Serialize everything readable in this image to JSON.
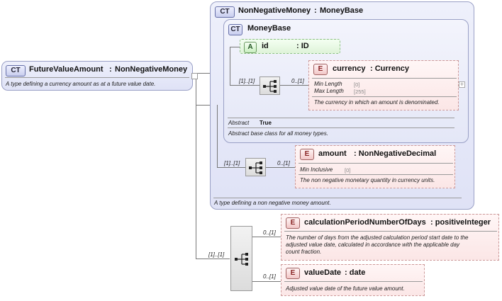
{
  "root": {
    "badge": "CT",
    "name": "FutureValueAmount",
    "type": "NonNegativeMoney",
    "doc": "A type defining a currency amount as at a future value date."
  },
  "nnm": {
    "badge": "CT",
    "name": "NonNegativeMoney",
    "type": "MoneyBase",
    "doc": "A type defining a non negative money amount."
  },
  "moneybase": {
    "badge": "CT",
    "name": "MoneyBase",
    "abstract_label": "Abstract",
    "abstract_value": "True",
    "doc": "Abstract base class for all money types."
  },
  "attr_id": {
    "badge": "A",
    "name": "id",
    "type": "ID"
  },
  "currency": {
    "badge": "E",
    "name": "currency",
    "type": "Currency",
    "props": [
      {
        "key": "Min Length",
        "value": "[0]"
      },
      {
        "key": "Max Length",
        "value": "[255]"
      }
    ],
    "doc": "The currency in which an amount is denominated.",
    "plus": "+"
  },
  "amount": {
    "badge": "E",
    "name": "amount",
    "type": "NonNegativeDecimal",
    "props": [
      {
        "key": "Min Inclusive",
        "value": "[0]"
      }
    ],
    "doc": "The non negative monetary quantity in currency units."
  },
  "calc": {
    "badge": "E",
    "name": "calculationPeriodNumberOfDays",
    "type": "positiveInteger",
    "doc_lines": [
      "The number of days from the adjusted calculation period start date to the",
      "adjusted value date, calculated in accordance with the applicable day",
      "count fraction."
    ]
  },
  "valuedate": {
    "badge": "E",
    "name": "valueDate",
    "type": "date",
    "doc": "Adjusted value date of the future value amount."
  },
  "occ": {
    "mb_seq": "[1]..[1]",
    "currency": "0..[1]",
    "nnm_seq": "[1]..[1]",
    "amount": "0..[1]",
    "root_seq": "[1]..[1]",
    "calc": "0..[1]",
    "valuedate": "0..[1]"
  },
  "colors": {
    "ct_border": "#9aa0c6",
    "ct_fill": "#e6e9f8",
    "element_fill": "#fbe6e6",
    "attribute_fill": "#e6f7e0",
    "connector": "#777777"
  }
}
